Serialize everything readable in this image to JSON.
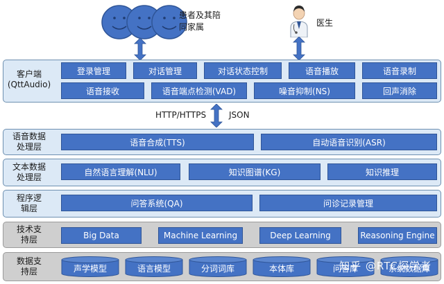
{
  "actors": {
    "patient_label": "患者及其陪\n同家属",
    "doctor_label": "医生"
  },
  "layers": {
    "client": {
      "label": "客户端\n(QttAudio)",
      "row1": [
        "登录管理",
        "对话管理",
        "对话状态控制",
        "语音播放",
        "语音录制"
      ],
      "row2": [
        "语音接收",
        "语音端点检测(VAD)",
        "噪音抑制(NS)",
        "回声消除"
      ]
    },
    "protocol": {
      "left": "HTTP/HTTPS",
      "right": "JSON"
    },
    "speech": {
      "label": "语音数据\n处理层",
      "items": [
        "语音合成(TTS)",
        "自动语音识别(ASR)"
      ]
    },
    "text": {
      "label": "文本数据\n处理层",
      "items": [
        "自然语言理解(NLU)",
        "知识图谱(KG)",
        "知识推理"
      ]
    },
    "logic": {
      "label": "程序逻\n辑层",
      "items": [
        "问答系统(QA)",
        "问诊记录管理"
      ]
    },
    "tech": {
      "label": "技术支\n持层",
      "items": [
        "Big Data",
        "Machine Learning",
        "Deep Learning",
        "Reasoning Engine"
      ]
    },
    "data": {
      "label": "数据支\n持层",
      "items": [
        "声学模型",
        "语言模型",
        "分词词库",
        "本体库",
        "问答库",
        "系统数据库"
      ]
    }
  },
  "watermark": "知乎 @RTC探学者",
  "colors": {
    "module": "#4472c4",
    "band": "#dce9f6",
    "gray_band": "#cfcfcf",
    "arrow": "#4472c4"
  }
}
